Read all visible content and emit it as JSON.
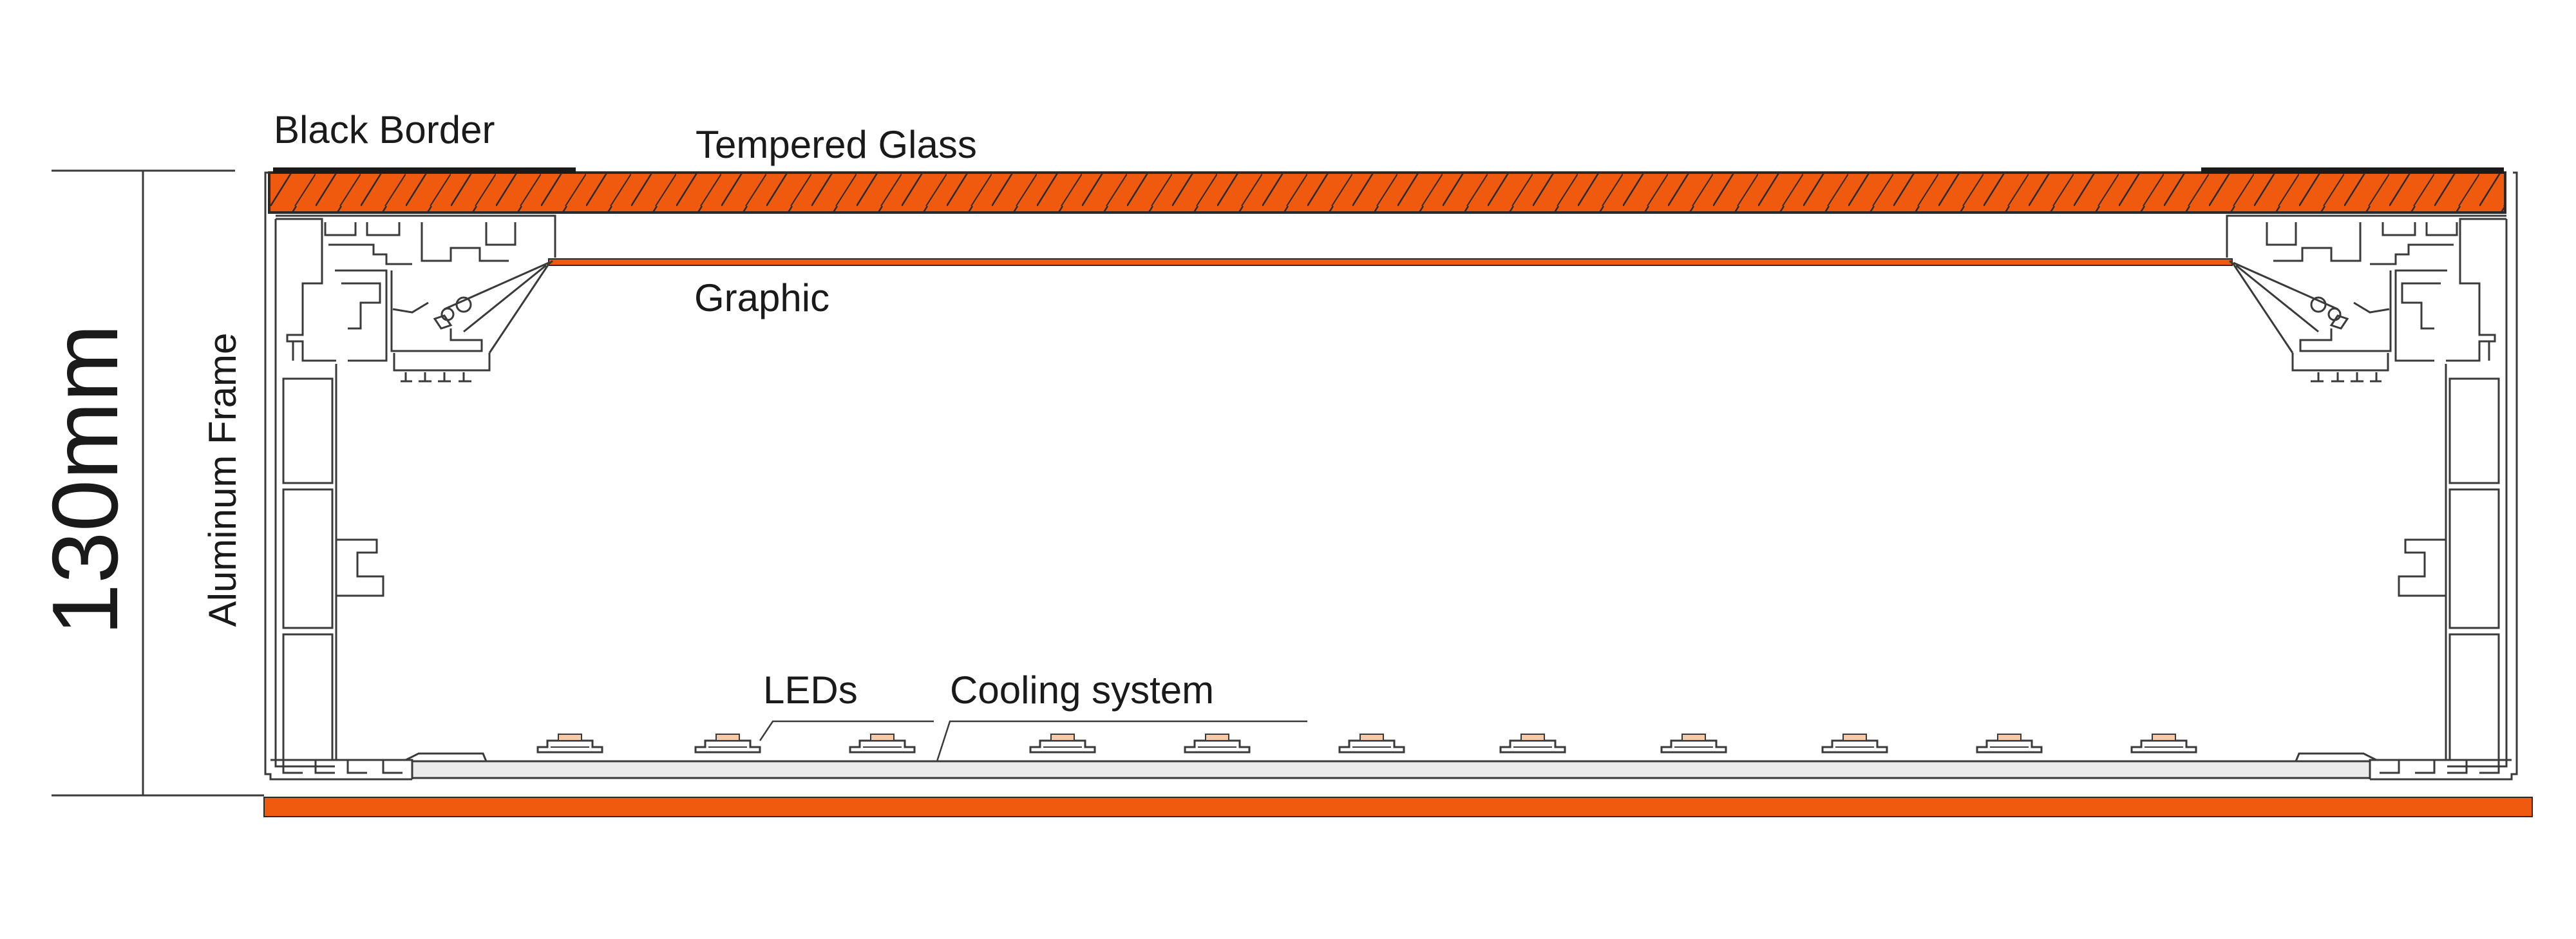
{
  "labels": {
    "black_border": "Black Border",
    "tempered_glass": "Tempered Glass",
    "graphic": "Graphic",
    "aluminum_frame": "Aluminum Frame",
    "leds": "LEDs",
    "cooling_system": "Cooling system",
    "height_dimension": "130mm"
  },
  "colors": {
    "accent_orange": "#F05A0E",
    "line": "#3a3a3a",
    "border_black": "#1a1a1a",
    "led_fill": "#F6C9A8"
  },
  "led_count": 11
}
